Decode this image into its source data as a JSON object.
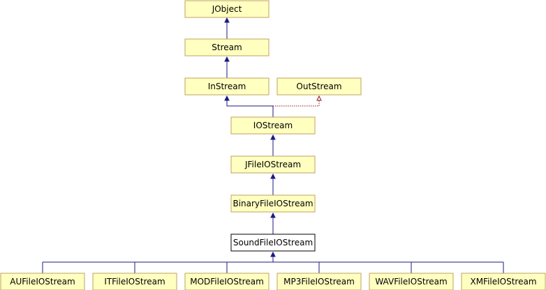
{
  "diagram": {
    "nodes": {
      "jobject": "JObject",
      "stream": "Stream",
      "instream": "InStream",
      "outstream": "OutStream",
      "iostream": "IOStream",
      "jfileiostream": "JFileIOStream",
      "binaryfileiostream": "BinaryFileIOStream",
      "soundfileiostream": "SoundFileIOStream",
      "aufileiostream": "AUFileIOStream",
      "itfileiostream": "ITFileIOStream",
      "modfileiostream": "MODFileIOStream",
      "mp3fileiostream": "MP3FileIOStream",
      "wavfileiostream": "WAVFileIOStream",
      "xmfileiostream": "XMFileIOStream"
    },
    "colors": {
      "node_fill": "#ffffc0",
      "node_border": "#c0a060",
      "current_node_fill": "#ffffff",
      "current_node_border": "#000000",
      "inheritance_edge": "#1a1a80",
      "protected_edge": "#8b1a1a"
    }
  }
}
